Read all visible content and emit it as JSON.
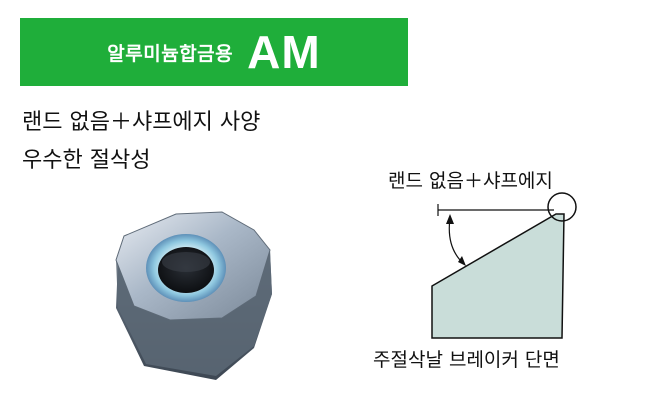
{
  "banner": {
    "subtitle": "알루미늄합금용",
    "title": "AM",
    "bg_color": "#1fae3a"
  },
  "description": {
    "line1": "랜드 없음＋샤프에지 사양",
    "line2": "우수한 절삭성"
  },
  "diagram": {
    "top_label": "랜드 없음＋샤프에지",
    "bottom_label": "주절삭날 브레이커 단면",
    "fill_color": "#c9ddd9"
  }
}
